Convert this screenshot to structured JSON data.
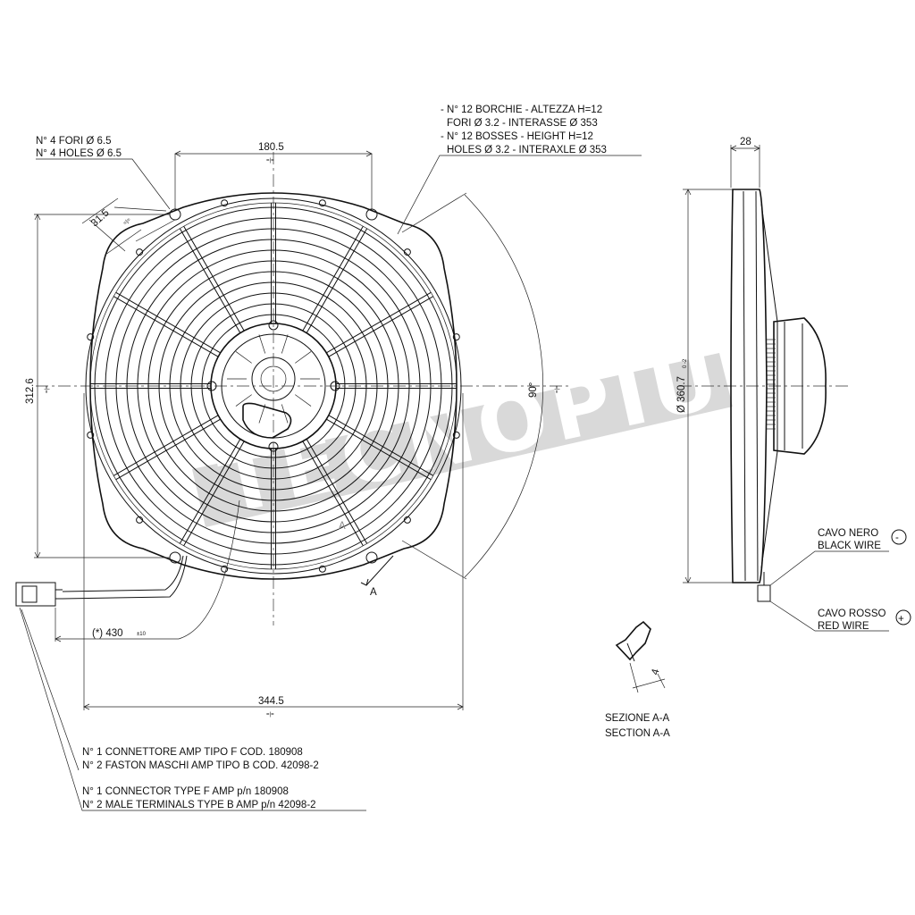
{
  "watermark": "TECNOPIU'",
  "front_view": {
    "width_dim": "344.5",
    "height_dim": "312.6",
    "top_dim": "180.5",
    "hole_offset_dim": "31.5",
    "angle_dim": "90°",
    "cable_length_dim": "(*) 430",
    "cable_tolerance": "±10",
    "section_marker": "A",
    "symmetry_mark": "=|="
  },
  "notes": {
    "holes_it": "N° 4 FORI Ø 6.5",
    "holes_en": "N° 4 HOLES Ø 6.5",
    "bosses_line1": "- N° 12 BORCHIE - ALTEZZA H=12",
    "bosses_line2": "FORI Ø 3.2 - INTERASSE Ø 353",
    "bosses_line3": "- N° 12 BOSSES - HEIGHT H=12",
    "bosses_line4": "HOLES Ø 3.2 - INTERAXLE Ø 353",
    "connector_it_1": "N° 1 CONNETTORE AMP TIPO F COD. 180908",
    "connector_it_2": "N° 2 FASTON MASCHI AMP TIPO B COD. 42098-2",
    "connector_en_1": "N° 1 CONNECTOR TYPE F AMP p/n 180908",
    "connector_en_2": "N° 2 MALE TERMINALS TYPE B AMP p/n 42098-2"
  },
  "side_view": {
    "depth_dim": "28",
    "diameter_dim": "Ø 360.7",
    "diameter_tol": "0 -2",
    "black_wire_it": "CAVO NERO",
    "black_wire_en": "BLACK WIRE",
    "black_polarity": "-",
    "red_wire_it": "CAVO ROSSO",
    "red_wire_en": "RED WIRE",
    "red_polarity": "+"
  },
  "section": {
    "dim": "4",
    "label_it": "SEZIONE A-A",
    "label_en": "SECTION A-A"
  }
}
